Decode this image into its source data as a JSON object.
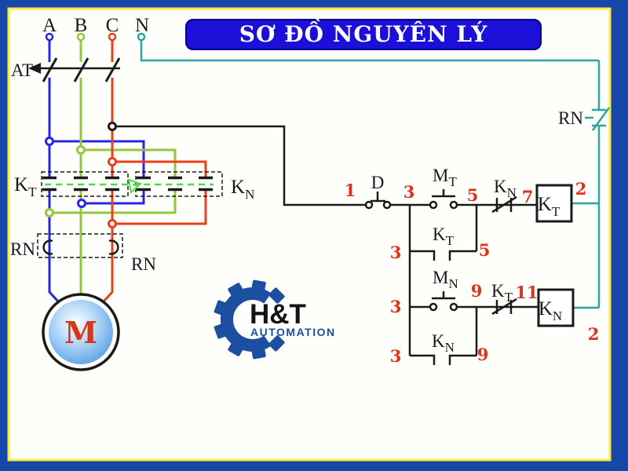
{
  "banner": {
    "title": "SƠ ĐỒ NGUYÊN LÝ",
    "bg": "#1B0FD8",
    "text_color": "#FFFFFF"
  },
  "supply": {
    "phase_a": "A",
    "phase_b": "B",
    "phase_c": "C",
    "neutral": "N"
  },
  "breaker": {
    "label": "AT"
  },
  "contactors": {
    "forward": {
      "letter": "K",
      "sub": "T"
    },
    "reverse": {
      "letter": "K",
      "sub": "N"
    }
  },
  "buttons": {
    "stop": "D",
    "forward": {
      "letter": "M",
      "sub": "T"
    },
    "reverse": {
      "letter": "M",
      "sub": "N"
    }
  },
  "thermal_relay": {
    "label": "RN"
  },
  "motor": {
    "label": "M"
  },
  "wire_numbers": {
    "n1": "1",
    "n2": "2",
    "n3": "3",
    "n5": "5",
    "n7": "7",
    "n9": "9",
    "n11": "11"
  },
  "logo": {
    "name": "H&T",
    "tagline": "AUTOMATION",
    "color": "#1C4FA1"
  },
  "colors": {
    "border_blue": "#1546A8",
    "frame_yellow": "#FFE93B",
    "banner_blue": "#1B0FD8",
    "phase_a_blue": "#2726E3",
    "phase_b_green": "#94C83C",
    "phase_c_red": "#E8401C",
    "neutral_teal": "#2AA5A0",
    "label_red": "#E0301E",
    "linkage_green": "#4ADE4A",
    "wire_black": "#1A1A1A",
    "motor_blue": "#4D97E6"
  }
}
